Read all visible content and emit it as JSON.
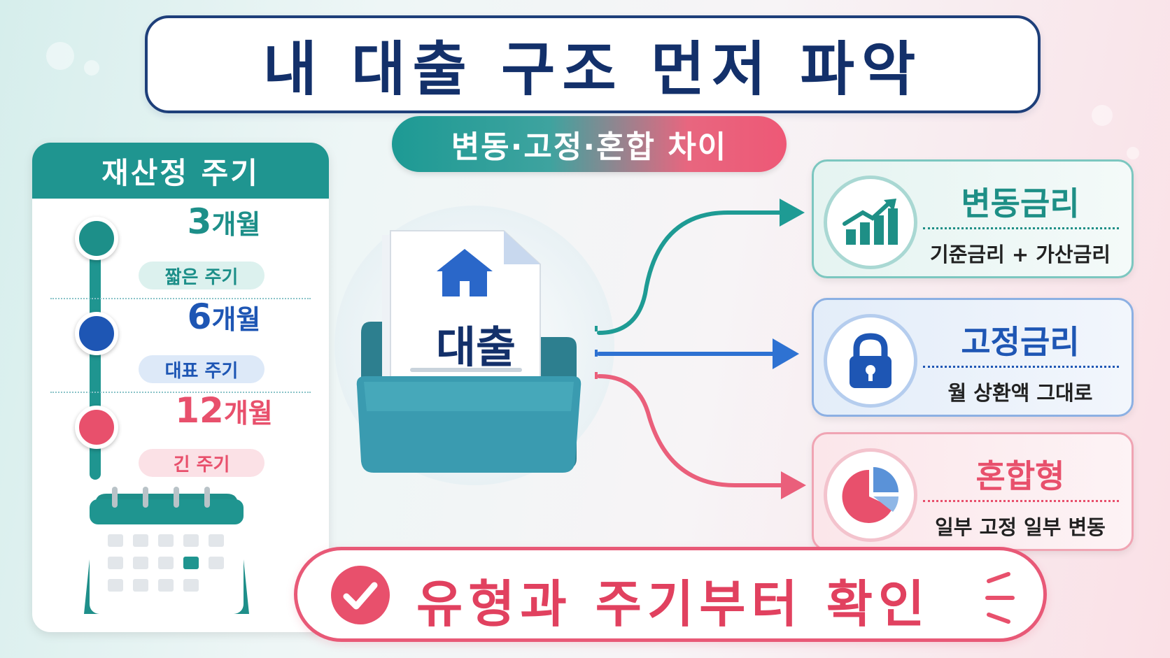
{
  "title": "내 대출 구조 먼저 파악",
  "subtitle": "변동·고정·혼합 차이",
  "cycle_panel": {
    "header": "재산정 주기",
    "items": [
      {
        "number": "3",
        "unit": "개월",
        "tag": "짧은 주기",
        "color": "#1d8f89",
        "tag_bg": "#dcf1ee"
      },
      {
        "number": "6",
        "unit": "개월",
        "tag": "대표 주기",
        "color": "#1e56b4",
        "tag_bg": "#dde9f8"
      },
      {
        "number": "12",
        "unit": "개월",
        "tag": "긴 주기",
        "color": "#e8506c",
        "tag_bg": "#fbe1e6"
      }
    ]
  },
  "center": {
    "label": "대출"
  },
  "loan_types": [
    {
      "title": "변동금리",
      "desc": "기준금리 + 가산금리",
      "icon": "rising-chart-icon",
      "color": "#1e8f86"
    },
    {
      "title": "고정금리",
      "desc": "월 상환액 그대로",
      "icon": "lock-icon",
      "color": "#1e56b4"
    },
    {
      "title": "혼합형",
      "desc": "일부 고정 일부 변동",
      "icon": "pie-chart-icon",
      "color": "#e8506c"
    }
  ],
  "bottom": {
    "text": "유형과 주기부터 확인"
  }
}
